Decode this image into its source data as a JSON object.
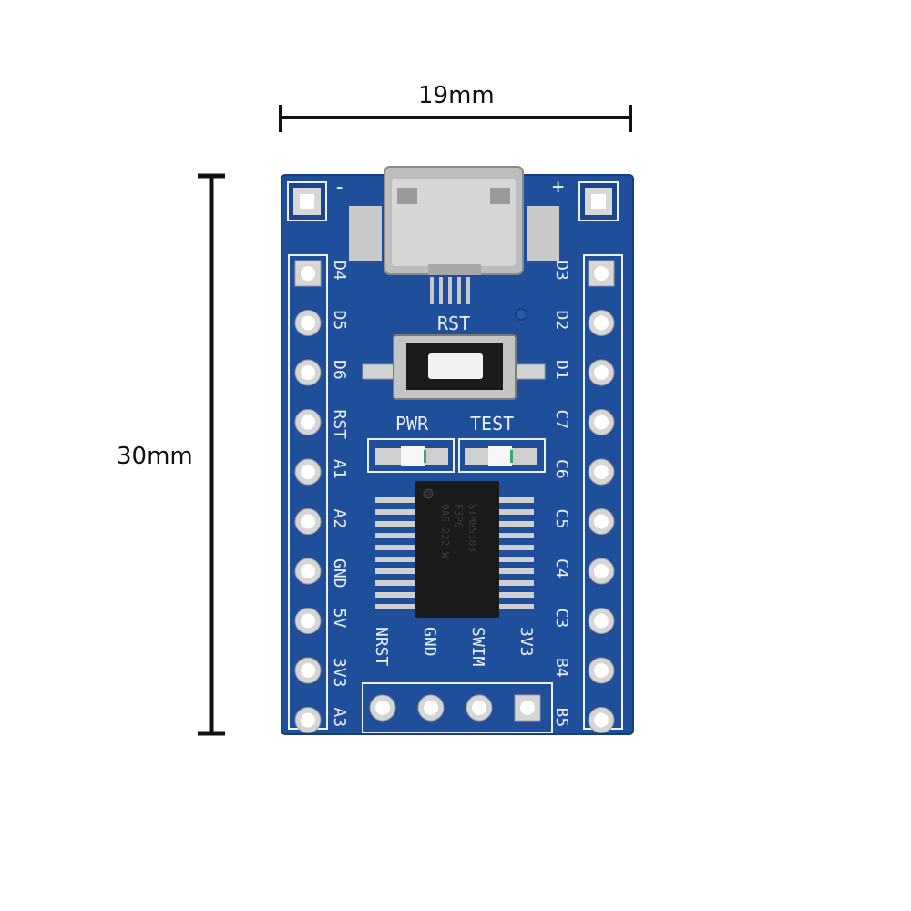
{
  "dimensions": {
    "width_label": "19mm",
    "height_label": "30mm"
  },
  "board": {
    "left_pins": [
      "D4",
      "D5",
      "D6",
      "RST",
      "A1",
      "A2",
      "GND",
      "5V",
      "3V3",
      "A3"
    ],
    "right_pins": [
      "D3",
      "D2",
      "D1",
      "C7",
      "C6",
      "C5",
      "C4",
      "C3",
      "B4",
      "B5"
    ],
    "bottom_pins": [
      "NRST",
      "GND",
      "SWIM",
      "3V3"
    ],
    "reset_label": "RST",
    "led_labels": {
      "power": "PWR",
      "test": "TEST"
    },
    "polarity": {
      "minus": "-",
      "plus": "+"
    },
    "chip_markings": [
      "STM8S103",
      "F3P6",
      "9AE 222 W"
    ],
    "colors": {
      "pcb": "#1f4e9a",
      "silkscreen": "#eaf0ff",
      "pad": "#dcdcdc",
      "chip": "#1a1a1a"
    }
  }
}
